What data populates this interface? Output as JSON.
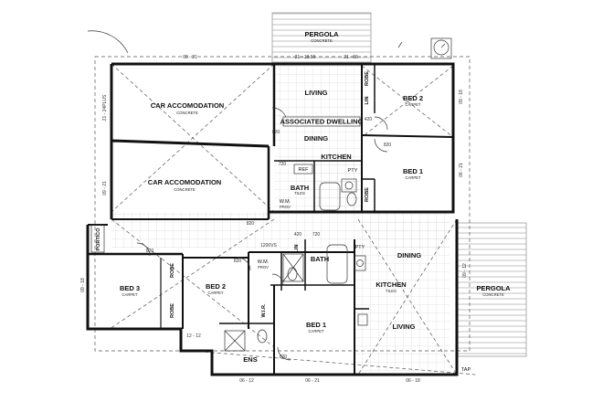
{
  "rooms": {
    "pergola_top": {
      "name": "PERGOLA",
      "finish": "CONCRETE"
    },
    "pergola_right": {
      "name": "PERGOLA",
      "finish": "CONCRETE"
    },
    "car_1": {
      "name": "CAR ACCOMODATION",
      "finish": "CONCRETE"
    },
    "car_2": {
      "name": "CAR ACCOMODATION",
      "finish": "CONCRETE"
    },
    "living_top": {
      "name": "LIVING"
    },
    "associated_dwelling": {
      "name": "ASSOCIATED DWELLING"
    },
    "dining_top": {
      "name": "DINING"
    },
    "kitchen_top": {
      "name": "KITCHEN"
    },
    "ref": {
      "name": "REF"
    },
    "pty_top": {
      "name": "PTY"
    },
    "bath_top": {
      "name": "BATH",
      "finish": "TILES"
    },
    "wm_top": {
      "name": "W.M.",
      "sub": "PROV"
    },
    "robe_top_v": {
      "name": "ROBE"
    },
    "lin_top": {
      "name": "LIN"
    },
    "robe_top_bed2": {
      "name": "ROBE"
    },
    "bed2_top": {
      "name": "BED 2",
      "finish": "CARPET"
    },
    "bed1_top": {
      "name": "BED 1",
      "finish": "CARPET"
    },
    "portico": {
      "name": "PORTICO"
    },
    "bed3": {
      "name": "BED 3",
      "finish": "CARPET"
    },
    "robe_bed3": {
      "name": "ROBE"
    },
    "robe_bed3b": {
      "name": "ROBE"
    },
    "bed2_bottom": {
      "name": "BED 2",
      "finish": "CARPET"
    },
    "wm_bottom": {
      "name": "W.M.",
      "sub": "PROV"
    },
    "lin_bottom": {
      "name": "LIN"
    },
    "bath_bottom": {
      "name": "BATH"
    },
    "pty_bottom": {
      "name": "PTY"
    },
    "dining_bottom": {
      "name": "DINING"
    },
    "kitchen_bottom": {
      "name": "KITCHEN",
      "finish": "TILES"
    },
    "living_bottom": {
      "name": "LIVING"
    },
    "wir": {
      "name": "W.I.R."
    },
    "bed1_bottom": {
      "name": "BED 1",
      "finish": "CARPET"
    },
    "ens": {
      "name": "ENS"
    },
    "tap": {
      "name": "TAP"
    }
  },
  "dimensions": {
    "d1": "09 - 21",
    "d2": "21 - 18.50",
    "d3": "21 - 06",
    "d4": "21 - 24PLUS",
    "d5": "09 - 18",
    "d6": "820",
    "d7": "720",
    "d8": "820",
    "d9": "420",
    "d10": "820",
    "d11": "12 - 12",
    "d12": "06 - 12",
    "d13": "06 - 21",
    "d14": "06 - 18",
    "d15": "1200VS",
    "d16": "820",
    "d17": "820",
    "d18": "820",
    "d19": "420",
    "d20": "720",
    "d21": "09 - 21",
    "d22": "09 - 18",
    "d23": "09 - 12",
    "d24": "06 - 21"
  }
}
